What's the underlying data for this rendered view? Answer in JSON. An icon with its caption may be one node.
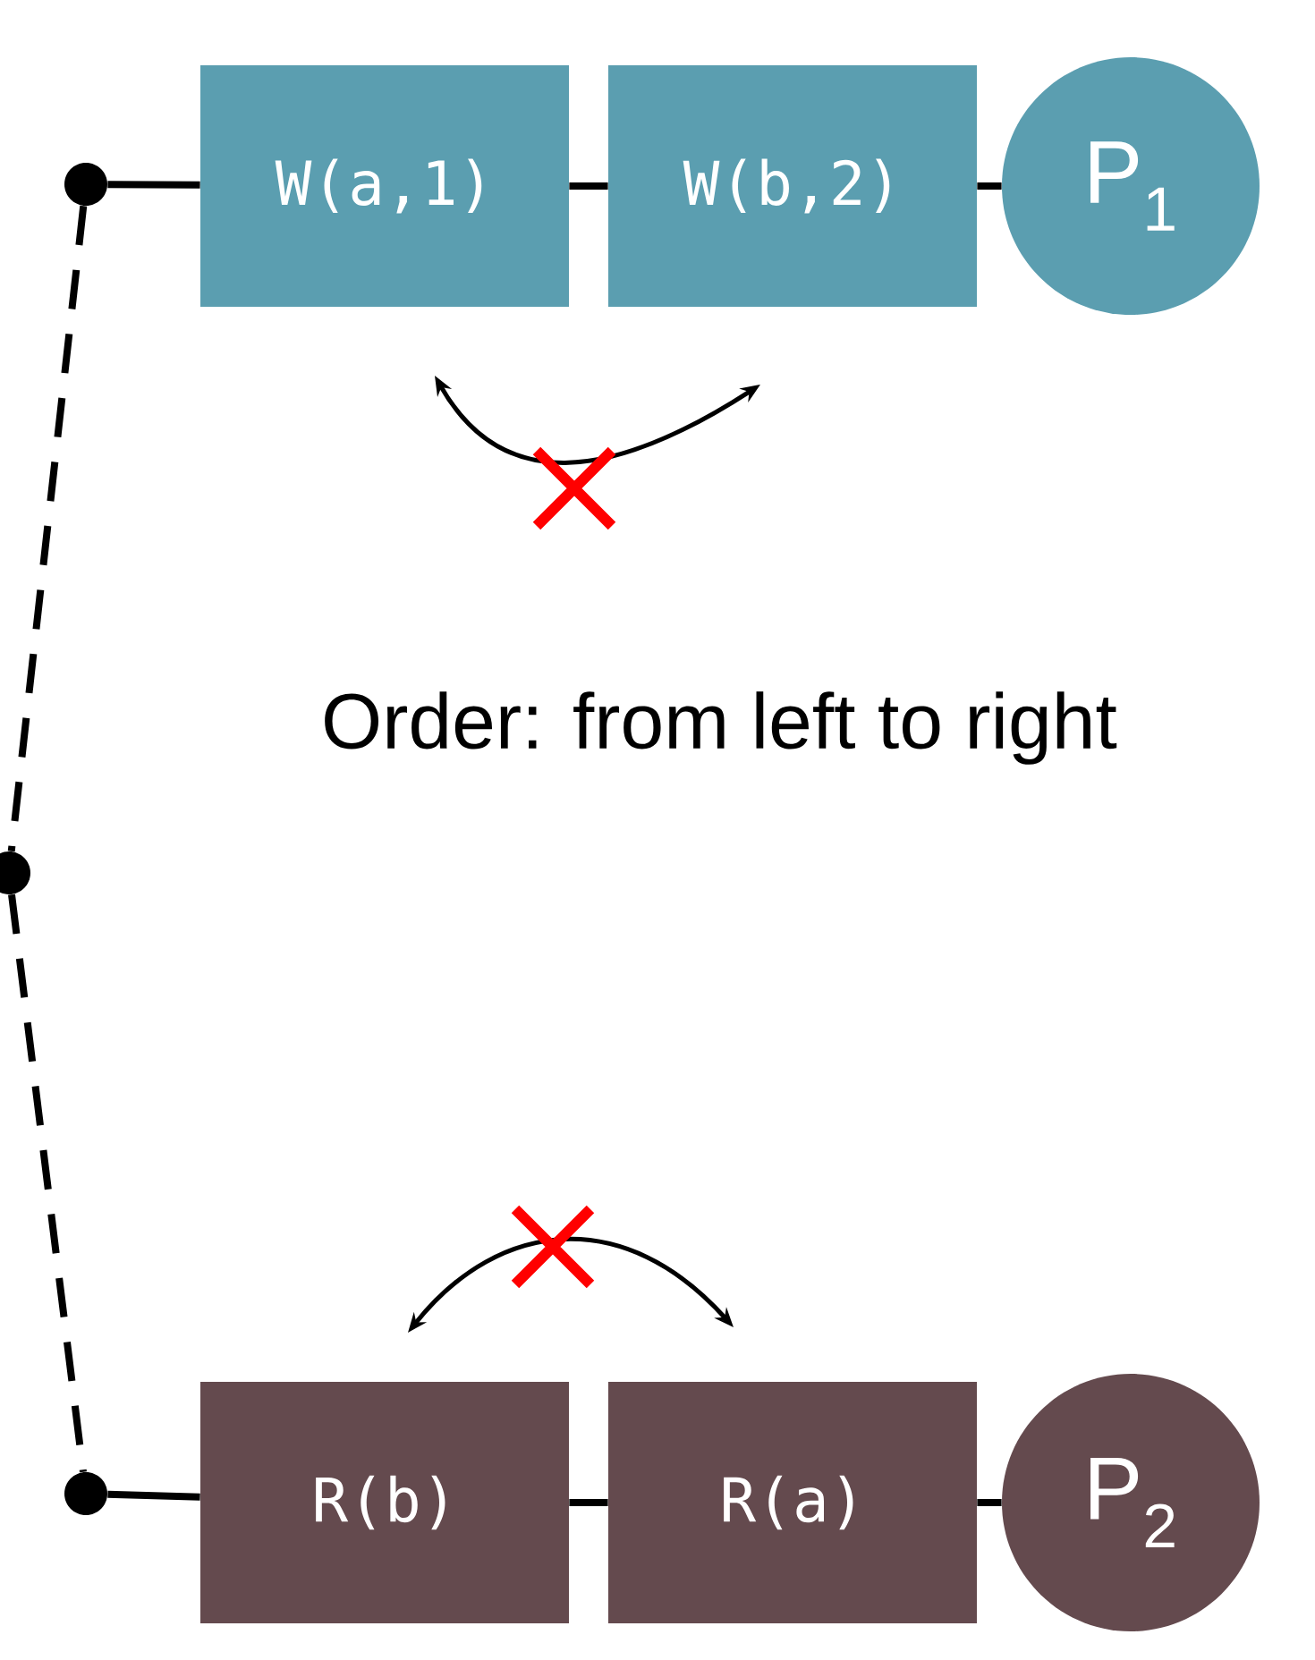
{
  "diagram": {
    "nodes": [
      {
        "text": [],
        "shape": "circle"
      },
      {
        "text": [
          "W(a,1)"
        ]
      },
      {
        "text": [
          "W(b,2)"
        ]
      },
      {
        "text": [
          "P$_{1}$"
        ]
      },
      {
        "text": [],
        "shape": "circle"
      },
      {
        "text": [],
        "shape": "circle"
      },
      {
        "text": [
          "R(b)"
        ]
      },
      {
        "text": [
          "R(a)"
        ]
      },
      {
        "text": [
          "P$_{2}$"
        ]
      }
    ],
    "edges": [
      {
        "from": 0,
        "to": 1,
        "arrow": "none"
      },
      {
        "from": 1,
        "to": 2,
        "arrow": "none"
      },
      {
        "from": 2,
        "to": 3,
        "arrow": "none"
      },
      {
        "from": 0,
        "to": 4,
        "arrow": "none",
        "style": "dashed"
      },
      {
        "from": 4,
        "to": 5,
        "arrow": "none",
        "style": "dashed"
      },
      {
        "from": 5,
        "to": 6,
        "arrow": "none"
      },
      {
        "from": 6,
        "to": 7,
        "arrow": "none"
      },
      {
        "from": 7,
        "to": 8,
        "arrow": "none"
      }
    ],
    "labels": [
      "Order: from left to right"
    ]
  }
}
